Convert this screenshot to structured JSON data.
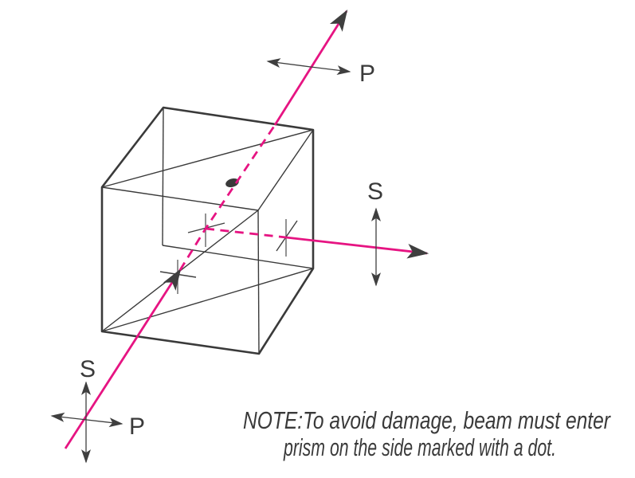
{
  "labels": {
    "p_top": "P",
    "s_right": "S",
    "s_bottom": "S",
    "p_bottom": "P"
  },
  "note": {
    "line1": "NOTE:To avoid damage, beam must enter",
    "line2": "prism on the side marked with a dot."
  },
  "colors": {
    "beam": "#e61482",
    "edge": "#3a3a3a",
    "arrow": "#3f3f3f",
    "tick": "#6f6f6f",
    "background": "#ffffff"
  }
}
